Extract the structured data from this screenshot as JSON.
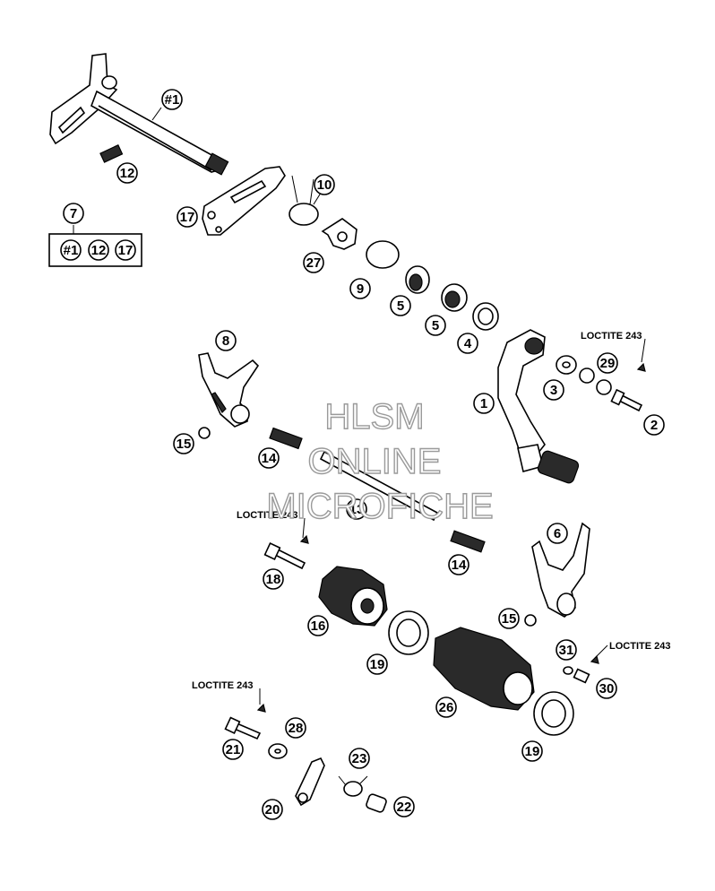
{
  "callouts": {
    "c1a": "#1",
    "c12a": "12",
    "c7": "7",
    "c1b": "#1",
    "c12b": "12",
    "c17b": "17",
    "c17a": "17",
    "c10": "10",
    "c27": "27",
    "c9": "9",
    "c5a": "5",
    "c5b": "5",
    "c4": "4",
    "c8": "8",
    "c1": "1",
    "c3": "3",
    "c29": "29",
    "c2": "2",
    "c15a": "15",
    "c14a": "14",
    "c13": "13",
    "c6": "6",
    "c18": "18",
    "c14b": "14",
    "c16": "16",
    "c15b": "15",
    "c19a": "19",
    "c31": "31",
    "c30": "30",
    "c26": "26",
    "c19b": "19",
    "c28": "28",
    "c21": "21",
    "c23": "23",
    "c20": "20",
    "c22": "22"
  },
  "loctite": {
    "l1": "LOCTITE 243",
    "l2": "LOCTITE 243",
    "l3": "LOCTITE 243",
    "l4": "LOCTITE 243"
  },
  "watermark": {
    "line1": "HLSM",
    "line2": "ONLINE",
    "line3": "MICROFICHE"
  }
}
